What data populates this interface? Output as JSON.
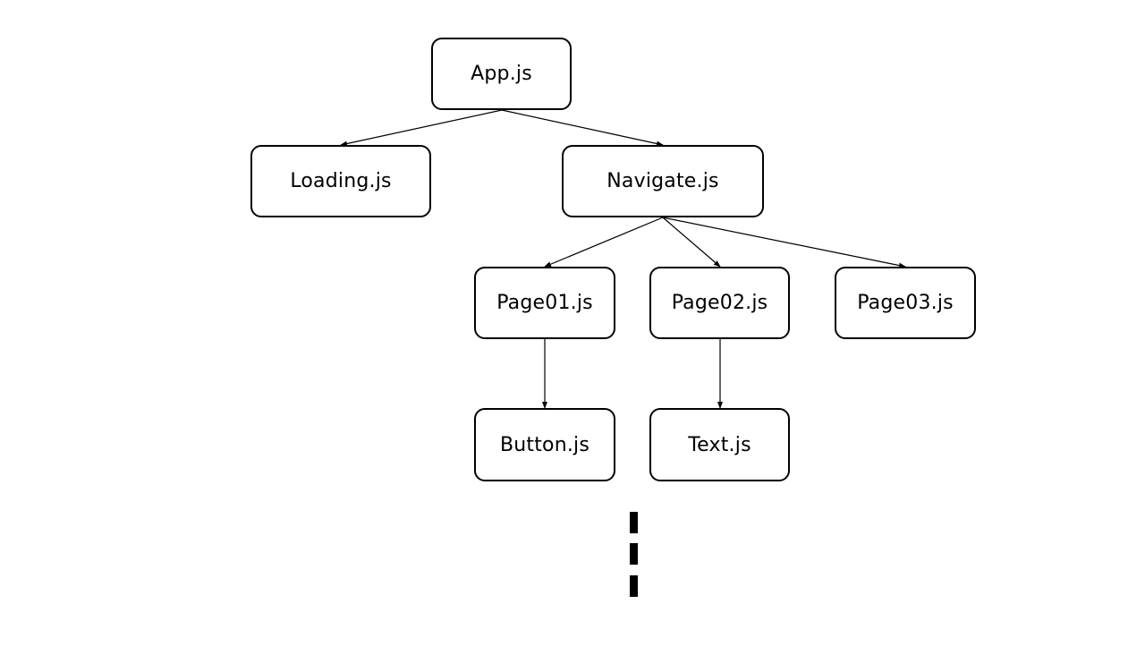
{
  "diagram": {
    "nodes": {
      "app": "App.js",
      "loading": "Loading.js",
      "navigate": "Navigate.js",
      "page01": "Page01.js",
      "page02": "Page02.js",
      "page03": "Page03.js",
      "button": "Button.js",
      "text": "Text.js"
    },
    "edges": [
      {
        "from": "App.js",
        "to": "Loading.js"
      },
      {
        "from": "App.js",
        "to": "Navigate.js"
      },
      {
        "from": "Navigate.js",
        "to": "Page01.js"
      },
      {
        "from": "Navigate.js",
        "to": "Page02.js"
      },
      {
        "from": "Navigate.js",
        "to": "Page03.js"
      },
      {
        "from": "Page01.js",
        "to": "Button.js"
      },
      {
        "from": "Page02.js",
        "to": "Text.js"
      }
    ],
    "continuation": "vertical-dashed-line"
  },
  "colors": {
    "stroke": "#000000",
    "background": "#ffffff"
  }
}
